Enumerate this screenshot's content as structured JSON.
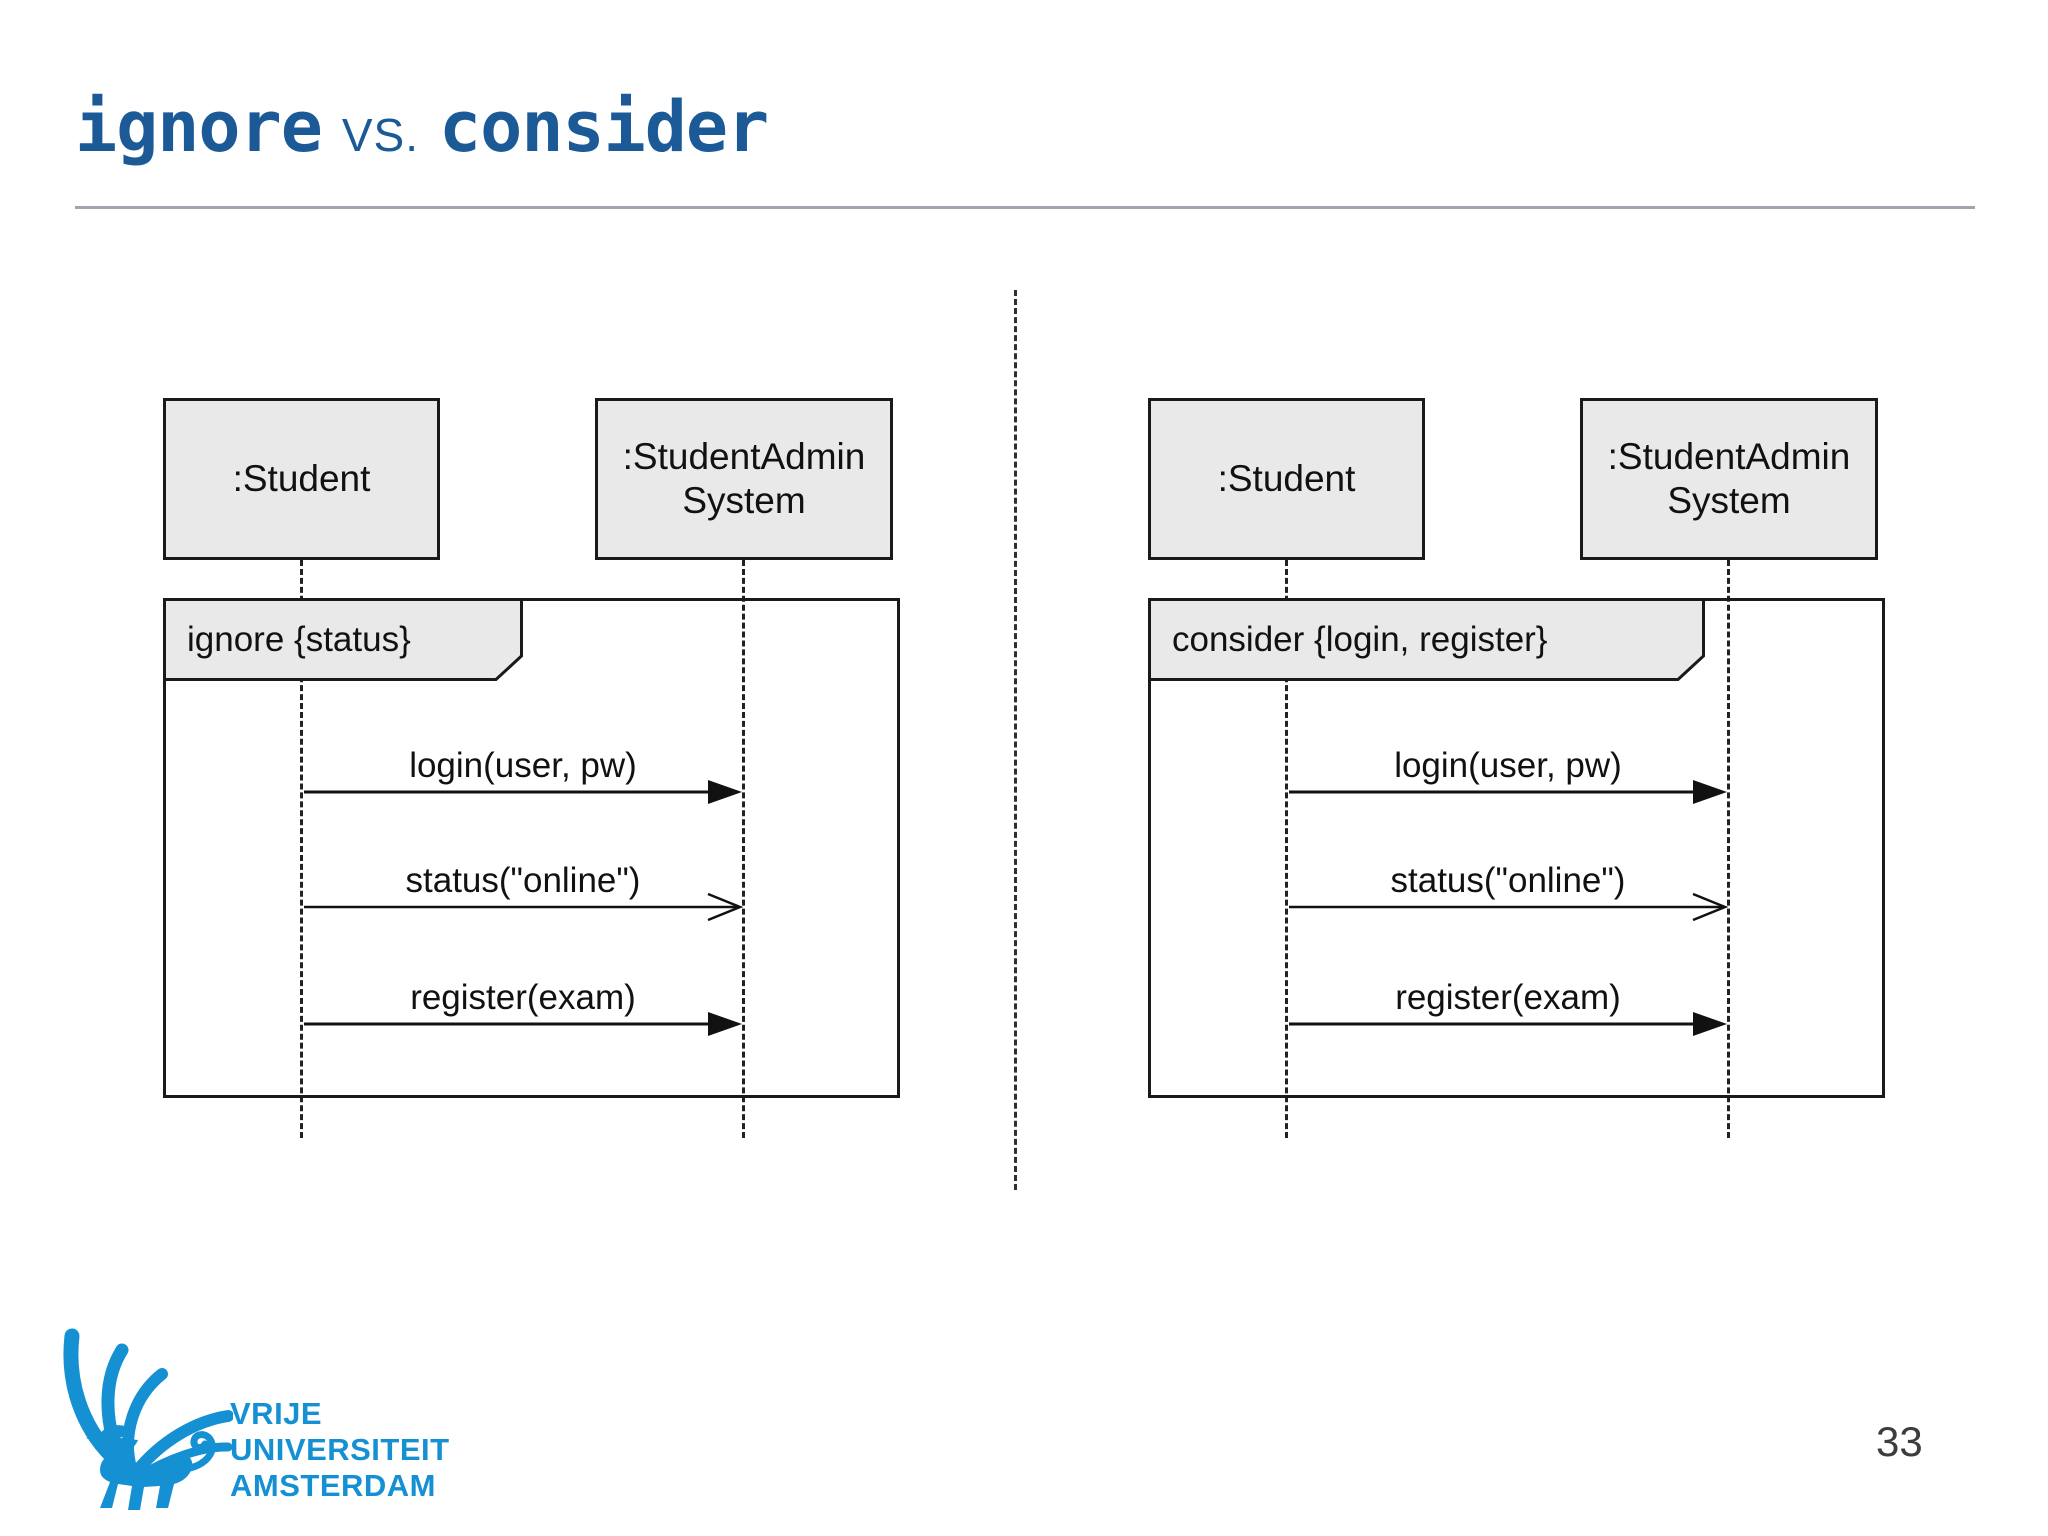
{
  "slide": {
    "title_part1": "ignore",
    "title_vs": "VS.",
    "title_part2": "consider",
    "page_number": "33"
  },
  "colors": {
    "title_blue": "#1c5a97",
    "rule_gray": "#a4a4b0",
    "box_fill": "#e9e9e9",
    "stroke_dark": "#1a1a1a",
    "logo_blue": "#1591d3",
    "page_number_gray": "#3d3d3d"
  },
  "diagrams": [
    {
      "name": "ignore-example",
      "frame_label": "ignore {status}",
      "actors": [
        {
          "line1": ":Student",
          "line2": ""
        },
        {
          "line1": ":StudentAdmin",
          "line2": "System"
        }
      ],
      "messages": [
        {
          "label": "login(user, pw)",
          "type": "sync"
        },
        {
          "label": "status(\"online\")",
          "type": "async"
        },
        {
          "label": "register(exam)",
          "type": "sync"
        }
      ]
    },
    {
      "name": "consider-example",
      "frame_label": "consider {login, register}",
      "actors": [
        {
          "line1": ":Student",
          "line2": ""
        },
        {
          "line1": ":StudentAdmin",
          "line2": "System"
        }
      ],
      "messages": [
        {
          "label": "login(user, pw)",
          "type": "sync"
        },
        {
          "label": "status(\"online\")",
          "type": "async"
        },
        {
          "label": "register(exam)",
          "type": "sync"
        }
      ]
    }
  ],
  "logo": {
    "line1": "VRIJE",
    "line2": "UNIVERSITEIT",
    "line3": "AMSTERDAM"
  }
}
